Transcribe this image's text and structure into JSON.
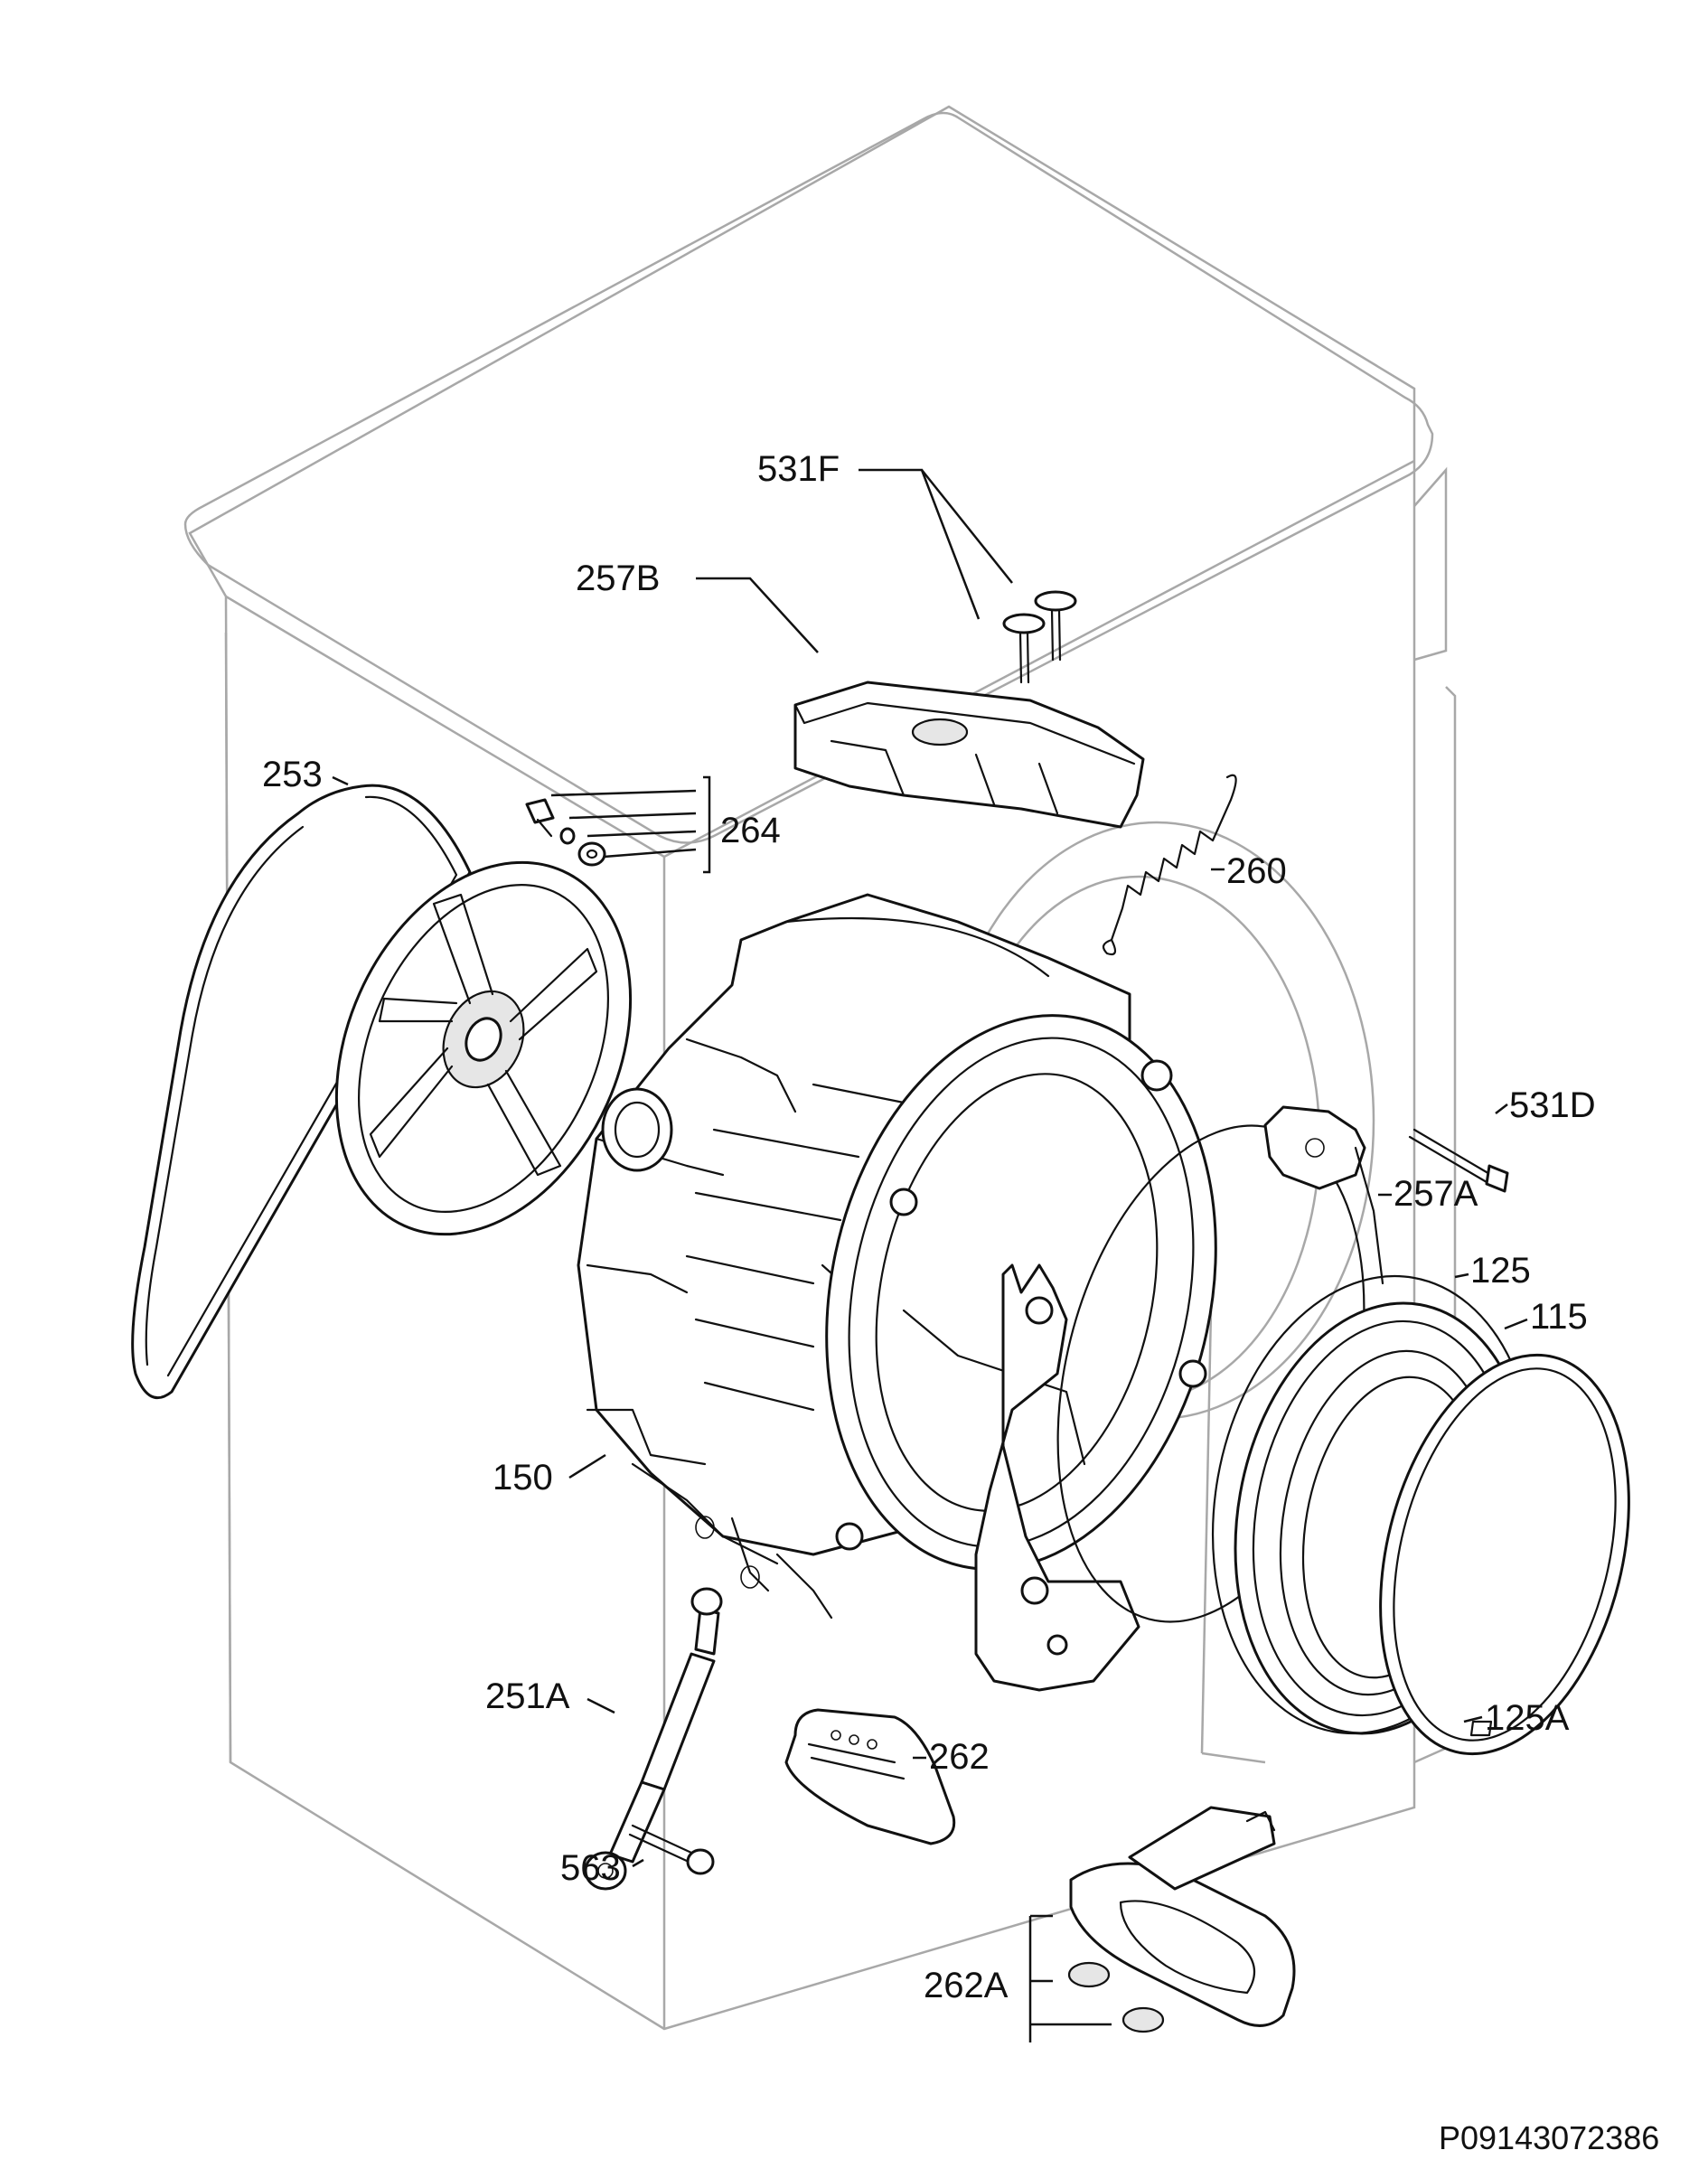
{
  "labels": {
    "l531F": "531F",
    "l257B": "257B",
    "l253": "253",
    "l264": "264",
    "l260": "260",
    "l531D": "531D",
    "l257A": "257A",
    "l125": "125",
    "l115": "115",
    "l150": "150",
    "l251A": "251A",
    "l262": "262",
    "l125A": "125A",
    "l563": "563",
    "l262A": "262A"
  },
  "document_id": "P09143072386"
}
